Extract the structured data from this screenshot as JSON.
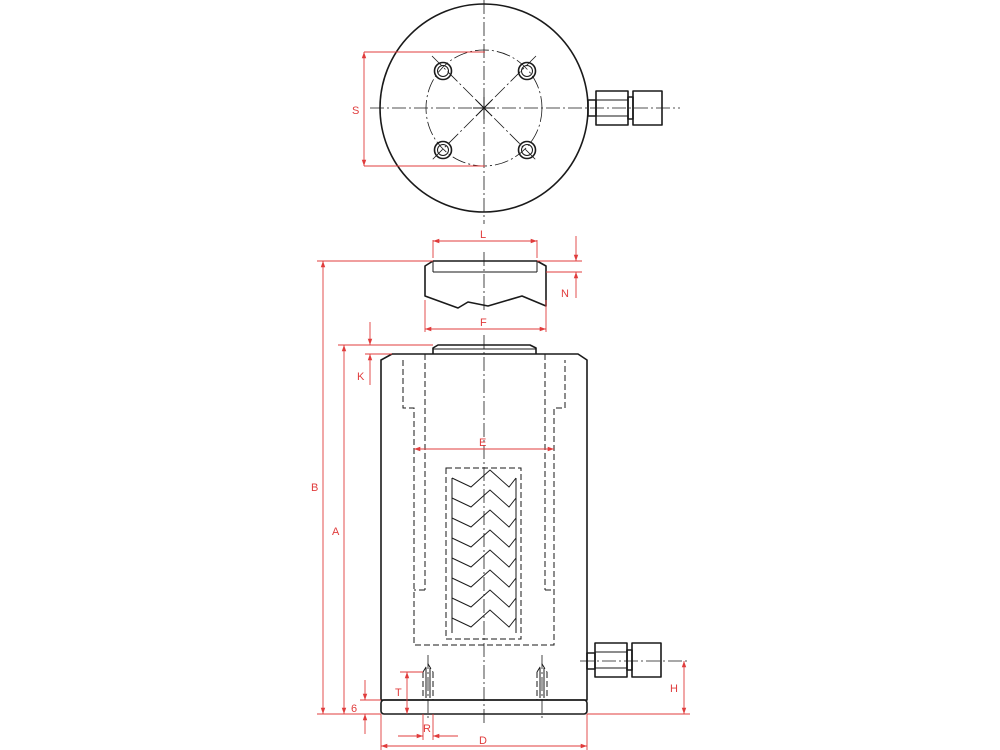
{
  "colors": {
    "outline": "#1a1a1a",
    "dimension": "#e03c3c",
    "background": "#ffffff"
  },
  "labels": {
    "S": "S",
    "L": "L",
    "N": "N",
    "F": "F",
    "K": "K",
    "E": "E",
    "B": "B",
    "A": "A",
    "T": "T",
    "six": "6",
    "R": "R",
    "H": "H",
    "D": "D"
  }
}
